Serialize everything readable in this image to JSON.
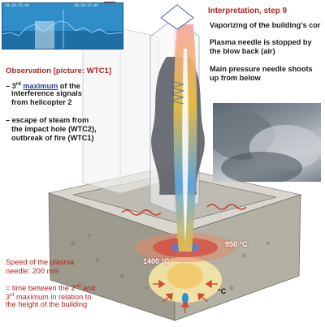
{
  "header": {
    "title": "Interpretation, step 9",
    "line1": "Vaporizing of the building's cor",
    "line2a": "Plasma needle is stopped by",
    "line2b": "the blow back (air)",
    "line3a": "Main pressure needle shoots",
    "line3b": "up from below"
  },
  "observation": {
    "title": "Observation [picture: WTC1]",
    "bullet1_prefix": "– 3",
    "bullet1_sup": "rd",
    "bullet1_word": "maximum",
    "bullet1_rest": " of the",
    "bullet1_line2": "interference signals",
    "bullet1_line3": "from helicopter 2",
    "bullet2_line1": "– escape of steam from",
    "bullet2_line2": "the impact hole (WTC2),",
    "bullet2_line3": "outbreak of fire (WTC1)"
  },
  "speed": {
    "line1": "Speed of the plasma",
    "line2": "needle: 200 m/s",
    "line3_prefix": "= time between the 2",
    "line3_sup": "nd",
    "line3_suffix": " and",
    "line4_prefix": "3",
    "line4_sup": "rd",
    "line4_suffix": " maximum in relation to",
    "line5": "the height of the building"
  },
  "signal_strip": {
    "tick_left": "20:20:25:04",
    "tick_right": "20:20:25:09"
  },
  "temperatures": {
    "t1400": "1400 °C",
    "t950": "950 °C",
    "tc": "°C"
  },
  "colors": {
    "accent_red": "#b0241f",
    "text": "#1a1a1a",
    "signal_blue": "#2f8ec7"
  }
}
